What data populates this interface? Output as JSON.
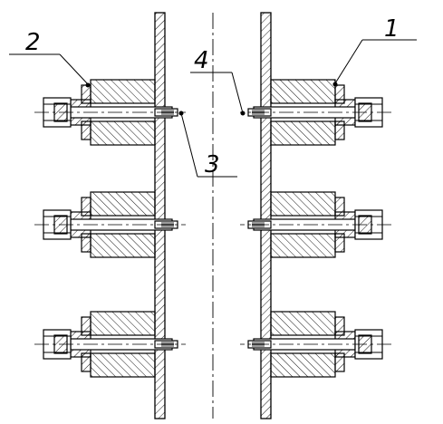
{
  "callouts": [
    {
      "id": "callout-1",
      "label": "1"
    },
    {
      "id": "callout-2",
      "label": "2"
    },
    {
      "id": "callout-3",
      "label": "3"
    },
    {
      "id": "callout-4",
      "label": "4"
    }
  ],
  "colors": {
    "line": "#000000",
    "background": "#ffffff",
    "hatch": "#000000"
  }
}
